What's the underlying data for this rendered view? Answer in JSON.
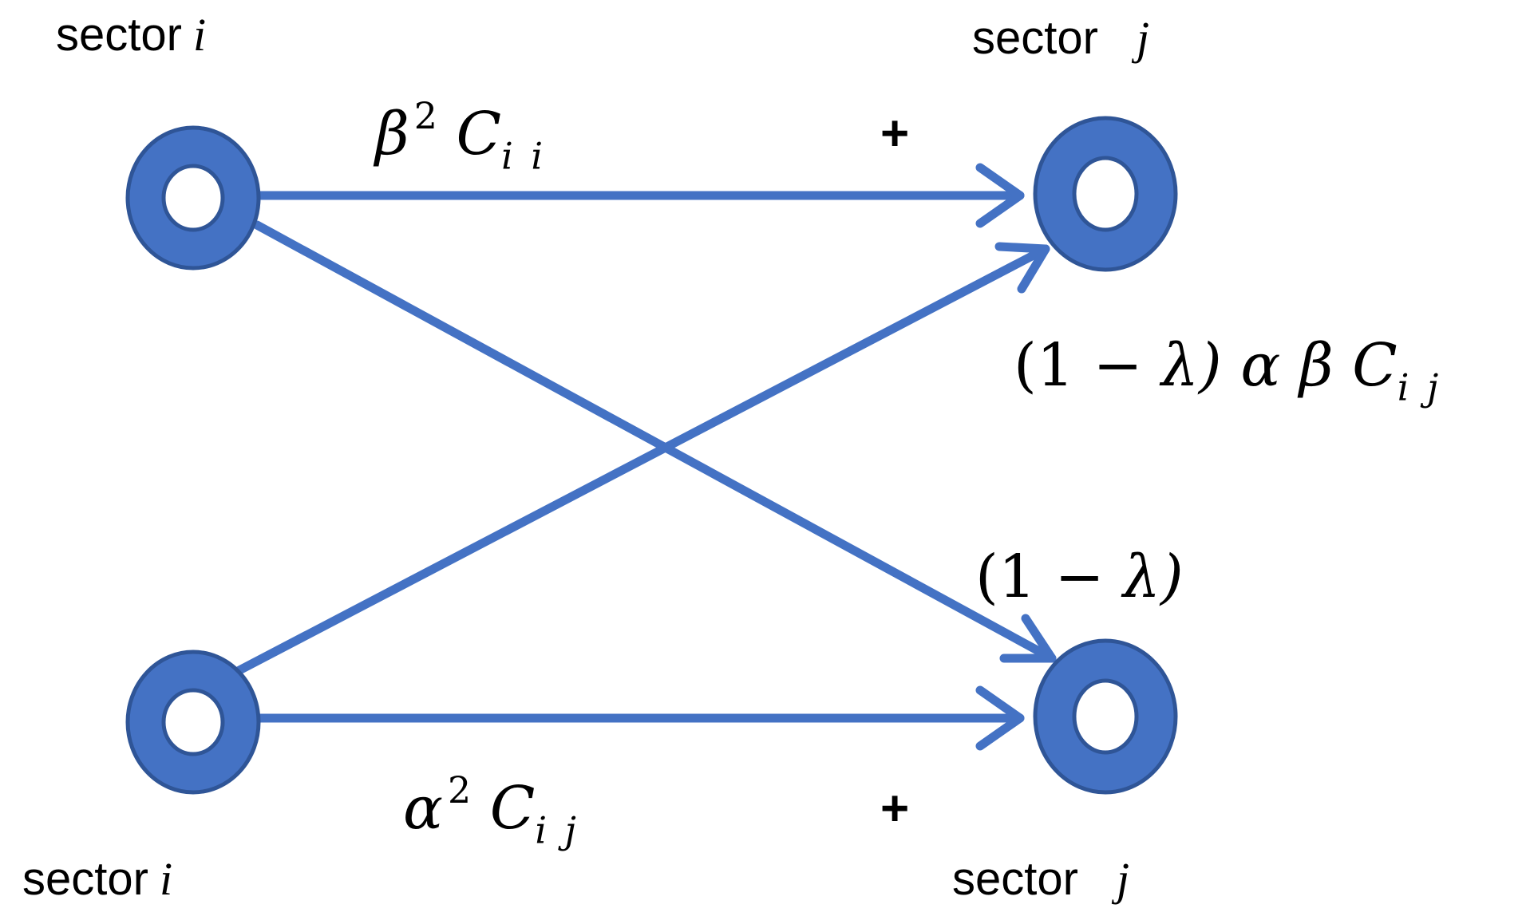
{
  "nodes": {
    "top_left": {
      "word": "sector",
      "index": "i"
    },
    "top_right": {
      "word": "sector",
      "index": "j"
    },
    "bottom_left": {
      "word": "sector",
      "index": "i"
    },
    "bottom_right": {
      "word": "sector",
      "index": "j"
    }
  },
  "edge_labels": {
    "top_horizontal": {
      "coef": "β",
      "power": "2",
      "symbol": "C",
      "subscript": "i i"
    },
    "bottom_horizontal": {
      "coef": "α",
      "power": "2",
      "symbol": "C",
      "subscript": "i j"
    },
    "cross_upper": {
      "open": "(1",
      "minus": "−",
      "lambda": "λ)",
      "coef": "α β",
      "symbol": "C",
      "subscript": "i j"
    },
    "cross_lower": {
      "open": "(1",
      "minus": "−",
      "lambda": "λ)"
    }
  },
  "plus_signs": {
    "top": "+",
    "bottom": "+"
  },
  "colors": {
    "node_fill": "#4472C4",
    "node_stroke": "#2F5597",
    "edge": "#4472C4"
  }
}
